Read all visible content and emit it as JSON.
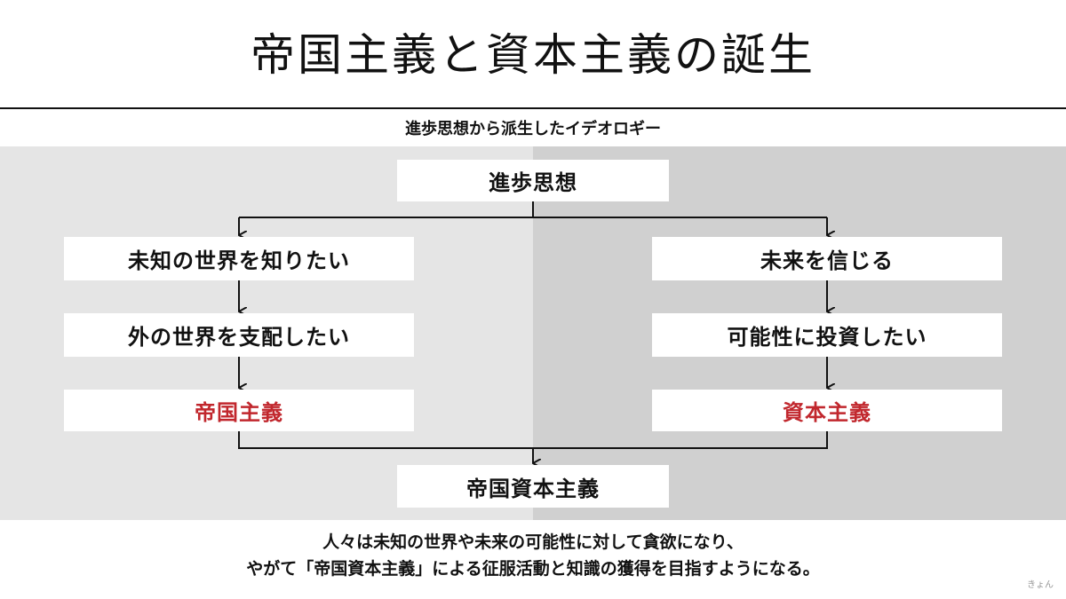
{
  "title": "帝国主義と資本主義の誕生",
  "subtitle": "進歩思想から派生したイデオロギー",
  "diagram": {
    "root": "進歩思想",
    "left": {
      "step1": "未知の世界を知りたい",
      "step2": "外の世界を支配したい",
      "result": "帝国主義"
    },
    "right": {
      "step1": "未来を信じる",
      "step2": "可能性に投資したい",
      "result": "資本主義"
    },
    "merged": "帝国資本主義"
  },
  "summary": {
    "line1": "人々は未知の世界や未来の可能性に対して貪欲になり、",
    "line2": "やがて「帝国資本主義」による征服活動と知識の獲得を目指すようになる。"
  },
  "credit": "きょん",
  "colors": {
    "accent_red": "#c1272d",
    "left_panel": "#e5e5e5",
    "right_panel": "#d0d0d0"
  }
}
